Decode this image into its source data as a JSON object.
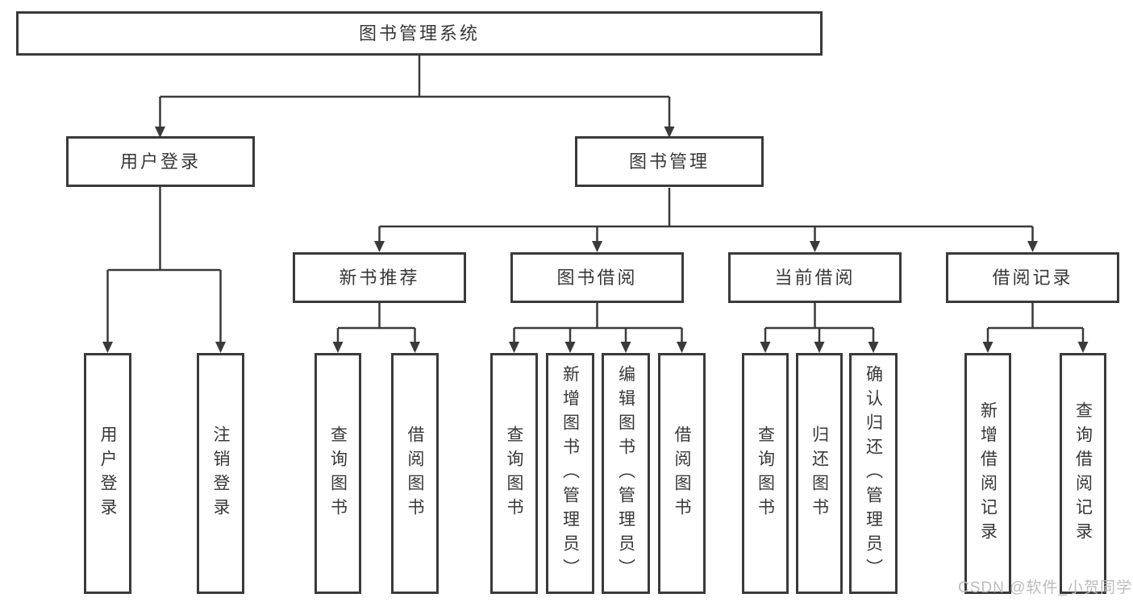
{
  "diagram": {
    "title": "图书管理系统",
    "root": {
      "label": "图书管理系统",
      "children": [
        {
          "label": "用户登录",
          "children": [
            {
              "label": "用户登录"
            },
            {
              "label": "注销登录"
            }
          ]
        },
        {
          "label": "图书管理",
          "children": [
            {
              "label": "新书推荐",
              "children": [
                {
                  "label": "查询图书"
                },
                {
                  "label": "借阅图书"
                }
              ]
            },
            {
              "label": "图书借阅",
              "children": [
                {
                  "label": "查询图书"
                },
                {
                  "label": "新增图书（管理员）"
                },
                {
                  "label": "编辑图书（管理员）"
                },
                {
                  "label": "借阅图书"
                }
              ]
            },
            {
              "label": "当前借阅",
              "children": [
                {
                  "label": "查询图书"
                },
                {
                  "label": "归还图书"
                },
                {
                  "label": "确认归还（管理员）"
                }
              ]
            },
            {
              "label": "借阅记录",
              "children": [
                {
                  "label": "新增借阅记录"
                },
                {
                  "label": "查询借阅记录"
                }
              ]
            }
          ]
        }
      ]
    }
  },
  "watermark": {
    "text": "CSDN @软件_小贺同学"
  },
  "colors": {
    "line": "#3a3a3a",
    "text": "#383838",
    "background": "#ffffff",
    "watermark": "#bcbcbc"
  }
}
